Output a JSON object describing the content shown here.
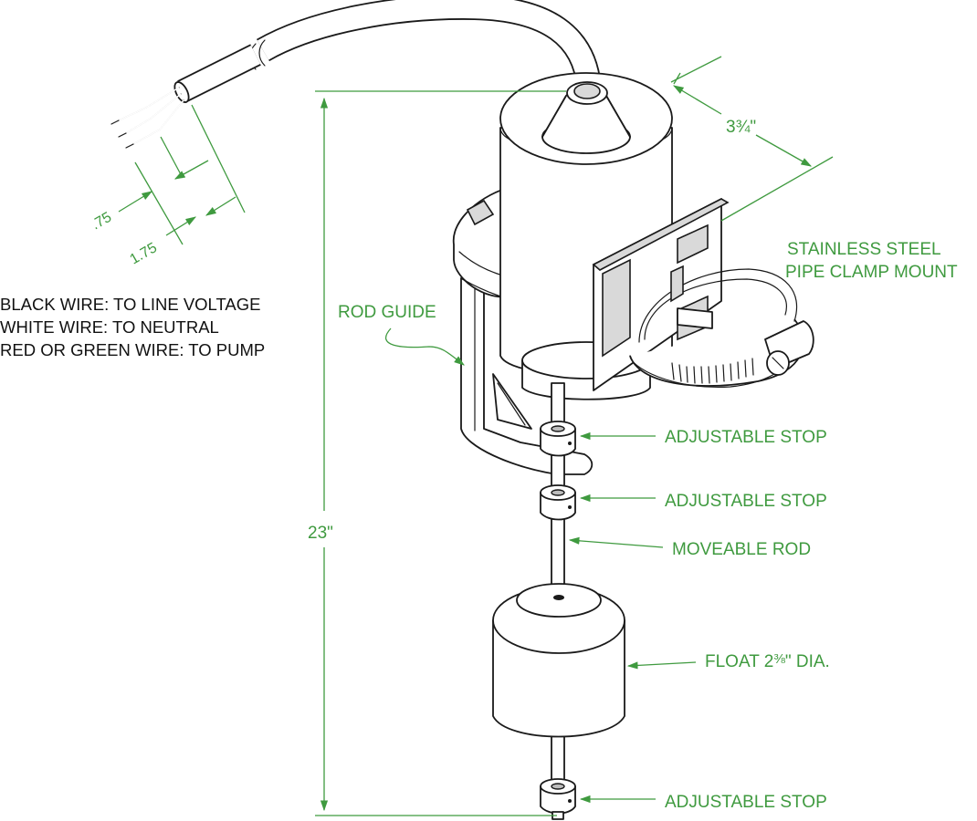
{
  "wiring_notes": [
    "BLACK WIRE: TO LINE VOLTAGE",
    "WHITE WIRE: TO NEUTRAL",
    "RED OR GREEN WIRE: TO PUMP"
  ],
  "dimensions": {
    "strip_short": ".75",
    "strip_long": "1.75",
    "width": "3¾\"",
    "height": "23\""
  },
  "callouts": {
    "rod_guide": "ROD GUIDE",
    "clamp_line1": "STAINLESS STEEL",
    "clamp_line2": "PIPE CLAMP MOUNT",
    "stop_upper": "ADJUSTABLE STOP",
    "stop_middle": "ADJUSTABLE STOP",
    "moveable_rod": "MOVEABLE ROD",
    "float_prefix": "FLOAT 2",
    "float_fraction": "⅜",
    "float_suffix": "\" DIA.",
    "stop_bottom": "ADJUSTABLE STOP"
  },
  "colors": {
    "callout": "#3f9a3f",
    "ink": "#1a1a1a",
    "shade": "#d9d9d9"
  }
}
